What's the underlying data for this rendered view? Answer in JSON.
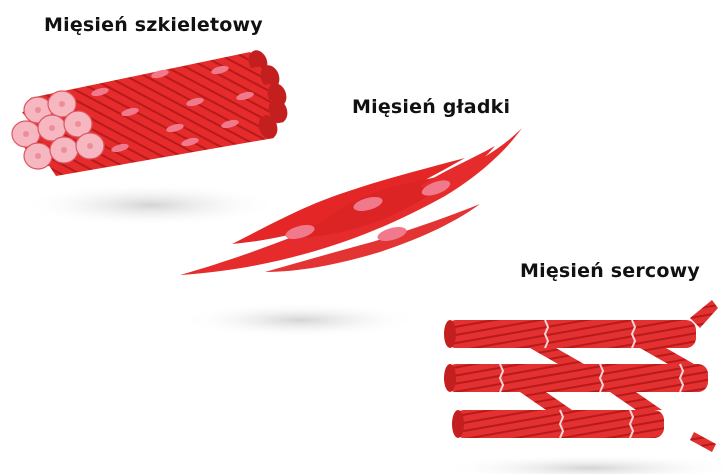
{
  "labels": {
    "skeletal": "Mięsień szkieletowy",
    "smooth": "Mięsień gładki",
    "cardiac": "Mięsień sercowy"
  },
  "colors": {
    "muscle": "#e52b2b",
    "muscle_dark": "#c41f1f",
    "stripe": "#b81a1a",
    "nucleus": "#f07a8c",
    "end_face": "#f6b7c0",
    "disc": "#f9d3d8",
    "shadow": "#d0d0d0"
  }
}
